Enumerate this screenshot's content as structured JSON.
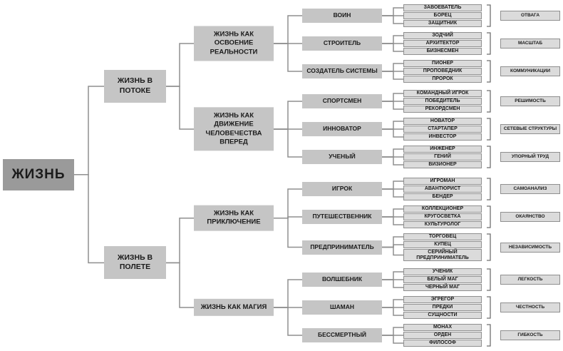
{
  "root": {
    "label": "ЖИЗНЬ"
  },
  "tree": [
    {
      "label": "ЖИЗНЬ В ПОТОКЕ",
      "children": [
        {
          "label": "ЖИЗНЬ КАК ОСВОЕНИЕ РЕАЛЬНОСТИ",
          "children": [
            {
              "label": "ВОИН",
              "items": [
                "ЗАВОЕВАТЕЛЬ",
                "БОРЕЦ",
                "ЗАЩИТНИК"
              ],
              "value": "ОТВАГА"
            },
            {
              "label": "СТРОИТЕЛЬ",
              "items": [
                "ЗОДЧИЙ",
                "АРХИТЕКТОР",
                "БИЗНЕСМЕН"
              ],
              "value": "МАСШТАБ"
            },
            {
              "label": "СОЗДАТЕЛЬ СИСТЕМЫ",
              "items": [
                "ПИОНЕР",
                "ПРОПОВЕДНИК",
                "ПРОРОК"
              ],
              "value": "КОММУНИКАЦИИ"
            }
          ]
        },
        {
          "label": "ЖИЗНЬ КАК ДВИЖЕНИЕ ЧЕЛОВЕЧЕСТВА ВПЕРЕД",
          "children": [
            {
              "label": "СПОРТСМЕН",
              "items": [
                "КОМАНДНЫЙ ИГРОК",
                "ПОБЕДИТЕЛЬ",
                "РЕКОРДСМЕН"
              ],
              "value": "РЕШИМОСТЬ"
            },
            {
              "label": "ИННОВАТОР",
              "items": [
                "НОВАТОР",
                "СТАРТАПЕР",
                "ИНВЕСТОР"
              ],
              "value": "СЕТЕВЫЕ СТРУКТУРЫ"
            },
            {
              "label": "УЧЕНЫЙ",
              "items": [
                "ИНЖЕНЕР",
                "ГЕНИЙ",
                "ВИЗИОНЕР"
              ],
              "value": "УПОРНЫЙ ТРУД"
            }
          ]
        }
      ]
    },
    {
      "label": "ЖИЗНЬ В ПОЛЕТЕ",
      "children": [
        {
          "label": "ЖИЗНЬ КАК ПРИКЛЮЧЕНИЕ",
          "children": [
            {
              "label": "ИГРОК",
              "items": [
                "ИГРОМАН",
                "АВАНТЮРИСТ",
                "БЕНДЕР"
              ],
              "value": "САМОАНАЛИЗ"
            },
            {
              "label": "ПУТЕШЕСТВЕННИК",
              "items": [
                "КОЛЛЕКЦИОНЕР",
                "КРУГОСВЕТКА",
                "КУЛЬТУРОЛОГ"
              ],
              "value": "ОКАЯНСТВО"
            },
            {
              "label": "ПРЕДПРИНИМАТЕЛЬ",
              "items": [
                "ТОРГОВЕЦ",
                "КУПЕЦ",
                "СЕРИЙНЫЙ ПРЕДПРИНИМАТЕЛЬ"
              ],
              "value": "НЕЗАВИСИМОСТЬ"
            }
          ]
        },
        {
          "label": "ЖИЗНЬ КАК МАГИЯ",
          "children": [
            {
              "label": "ВОЛШЕБНИК",
              "items": [
                "УЧЕНИК",
                "БЕЛЫЙ МАГ",
                "ЧЕРНЫЙ МАГ"
              ],
              "value": "ЛЕГКОСТЬ"
            },
            {
              "label": "ШАМАН",
              "items": [
                "ЭГРЕГОР",
                "ПРЕДКИ",
                "СУЩНОСТИ"
              ],
              "value": "ЧЕСТНОСТЬ"
            },
            {
              "label": "БЕССМЕРТНЫЙ",
              "items": [
                "МОНАХ",
                "ОРДЕН",
                "ФИЛОСОФ"
              ],
              "value": "ГИБКОСТЬ"
            }
          ]
        }
      ]
    }
  ],
  "colors": {
    "background": "#ffffff",
    "root_fill": "#9a9a9a",
    "node_fill": "#c5c5c5",
    "leaf_fill": "#dbdbdb",
    "box_border": "#8f8f8f",
    "line": "#8f8f8f",
    "bracket": "#6f6f6f",
    "text": "#1b1b1b"
  }
}
